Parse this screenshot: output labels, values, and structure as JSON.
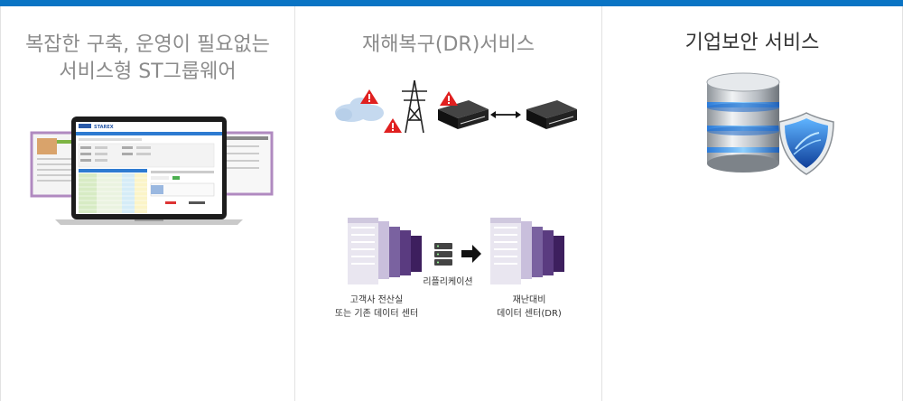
{
  "panels": [
    {
      "title_line1": "복잡한 구축, 운영이 필요없는",
      "title_line2": "서비스형 ST그룹웨어",
      "brand": "STAREX"
    },
    {
      "title": "재해복구(DR)서비스",
      "source_label_line1": "고객사 전산실",
      "source_label_line2": "또는 기존 데이터 센터",
      "middle_label": "리플리케이션",
      "target_label_line1": "재난대비",
      "target_label_line2": "데이터 센터(DR)"
    },
    {
      "title": "기업보안 서비스"
    }
  ],
  "colors": {
    "accent_bar": "#0a74c4",
    "server_purple": "#3d1f5e",
    "warning_red": "#e02020",
    "shield_blue": "#1e63c8"
  },
  "icons": [
    "laptop-screenshot",
    "cloud-icon",
    "power-tower-icon",
    "server-box-icon",
    "warning-icon",
    "arrow-icon",
    "server-rack-icon",
    "database-shield-icon"
  ]
}
